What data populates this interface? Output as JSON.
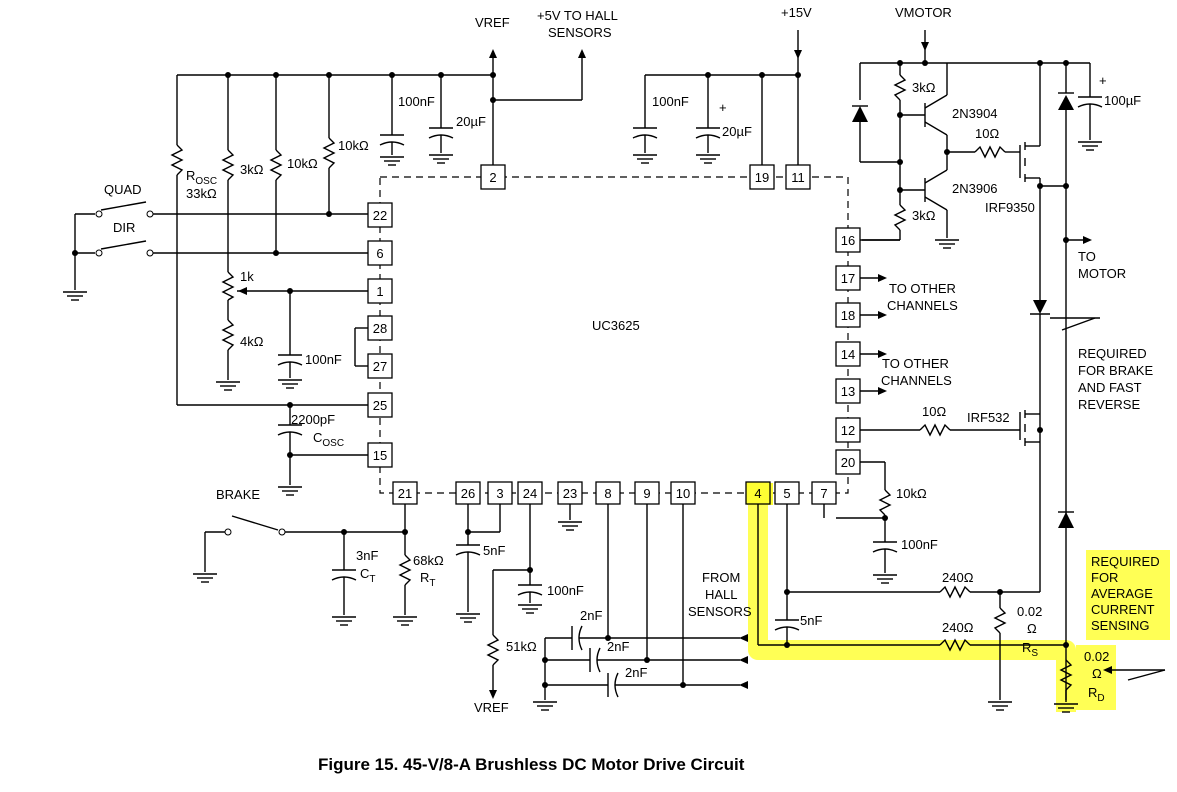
{
  "chip": {
    "name": "UC3625"
  },
  "pins": {
    "p2": "2",
    "p19": "19",
    "p11": "11",
    "p22": "22",
    "p6": "6",
    "p1": "1",
    "p28": "28",
    "p27": "27",
    "p25": "25",
    "p15": "15",
    "p16": "16",
    "p17": "17",
    "p18": "18",
    "p14": "14",
    "p13": "13",
    "p12": "12",
    "p20": "20",
    "p21": "21",
    "p26": "26",
    "p3": "3",
    "p24": "24",
    "p23": "23",
    "p8": "8",
    "p9": "9",
    "p10": "10",
    "p4": "4",
    "p5": "5",
    "p7": "7"
  },
  "labels": {
    "vref_top": "VREF",
    "hall_5v_1": "+5V TO HALL",
    "hall_5v_2": "SENSORS",
    "v15": "+15V",
    "vmotor": "VMOTOR",
    "quad": "QUAD",
    "dir": "DIR",
    "brake": "BRAKE",
    "vref_bottom": "VREF",
    "from_hall_1": "FROM",
    "from_hall_2": "HALL",
    "from_hall_3": "SENSORS",
    "to_other_a1": "TO OTHER",
    "to_other_a2": "CHANNELS",
    "to_other_b1": "TO OTHER",
    "to_other_b2": "CHANNELS",
    "to_motor_1": "TO",
    "to_motor_2": "MOTOR",
    "req_brake_1": "REQUIRED",
    "req_brake_2": "FOR BRAKE",
    "req_brake_3": "AND FAST",
    "req_brake_4": "REVERSE",
    "req_avg_1": "REQUIRED",
    "req_avg_2": "FOR",
    "req_avg_3": "AVERAGE",
    "req_avg_4": "CURRENT",
    "req_avg_5": "SENSING"
  },
  "components": {
    "c_100n_a": "100nF",
    "c_20u_a": "20µF",
    "r_10k_a": "10kΩ",
    "r_10k_b": "10kΩ",
    "r_3k_a": "3kΩ",
    "r_osc_main": "R",
    "r_osc_sub": "OSC",
    "r_osc_val": "33kΩ",
    "pot_1k": "1k",
    "r_4k": "4kΩ",
    "c_100n_b": "100nF",
    "c_2200p": "2200pF",
    "c_osc_main": "C",
    "c_osc_sub": "OSC",
    "c_100n_c": "100nF",
    "c_20u_b": "20µF",
    "r_3k_b": "3kΩ",
    "q_2n3904": "2N3904",
    "r_10ohm_a": "10Ω",
    "q_2n3906": "2N3906",
    "r_3k_c": "3kΩ",
    "q_irf9350": "IRF9350",
    "c_100u": "100µF",
    "r_10ohm_b": "10Ω",
    "q_irf532": "IRF532",
    "r_10k_c": "10kΩ",
    "c_100n_d": "100nF",
    "c_3n": "3nF",
    "c_ct_main": "C",
    "c_ct_sub": "T",
    "r_68k": "68kΩ",
    "r_rt_main": "R",
    "r_rt_sub": "T",
    "c_5n_a": "5nF",
    "r_51k": "51kΩ",
    "c_100n_e": "100nF",
    "c_2n_a": "2nF",
    "c_2n_b": "2nF",
    "c_2n_c": "2nF",
    "c_5n_b": "5nF",
    "r_240_a": "240Ω",
    "r_240_b": "240Ω",
    "r_002_a": "0.02",
    "r_002_a_unit": "Ω",
    "rs_main": "R",
    "rs_sub": "S",
    "r_002_b": "0.02",
    "r_002_b_unit": "Ω",
    "rd_main": "R",
    "rd_sub": "D"
  },
  "caption": "Figure 15.  45-V/8-A Brushless DC Motor Drive Circuit",
  "colors": {
    "highlight": "#ffff33",
    "ink": "#000000",
    "paper": "#ffffff"
  }
}
